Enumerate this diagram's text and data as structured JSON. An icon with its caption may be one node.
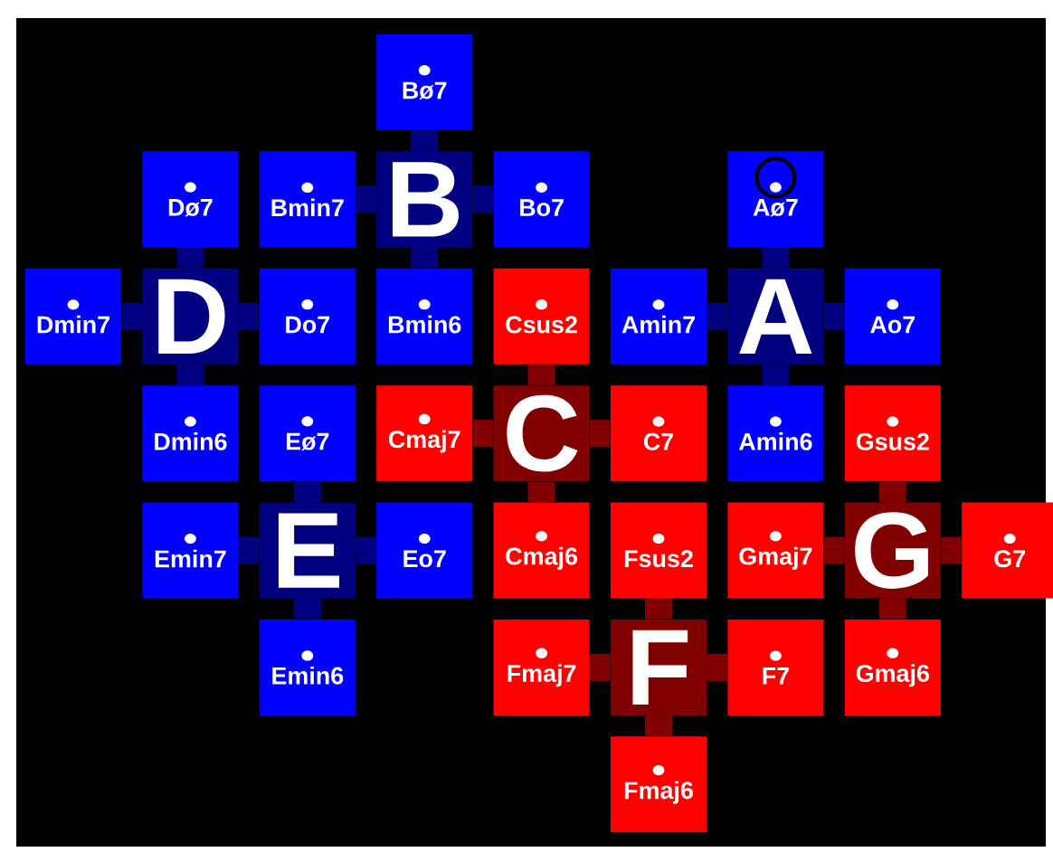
{
  "diagram": {
    "nodes": [
      {
        "text": [
          "Bø7"
        ]
      },
      {
        "text": [
          "Dø7"
        ]
      },
      {
        "text": [
          "Bmin7"
        ]
      },
      {
        "text": [
          "B"
        ]
      },
      {
        "text": [
          "Bo7"
        ]
      },
      {
        "text": [
          "Aø7"
        ]
      },
      {
        "text": [
          "Dmin7"
        ]
      },
      {
        "text": [
          "D"
        ]
      },
      {
        "text": [
          "Do7"
        ]
      },
      {
        "text": [
          "Bmin6"
        ]
      },
      {
        "text": [
          "Csus2"
        ]
      },
      {
        "text": [
          "Amin7"
        ]
      },
      {
        "text": [
          "A"
        ]
      },
      {
        "text": [
          "Ao7"
        ]
      },
      {
        "text": [
          "Dmin6"
        ]
      },
      {
        "text": [
          "Eø7"
        ]
      },
      {
        "text": [
          "Cmaj7"
        ]
      },
      {
        "text": [
          "C"
        ]
      },
      {
        "text": [
          "C7"
        ]
      },
      {
        "text": [
          "Amin6"
        ]
      },
      {
        "text": [
          "Gsus2"
        ]
      },
      {
        "text": [
          "Emin7"
        ]
      },
      {
        "text": [
          "E"
        ]
      },
      {
        "text": [
          "Eo7"
        ]
      },
      {
        "text": [
          "Cmaj6"
        ]
      },
      {
        "text": [
          "Fsus2"
        ]
      },
      {
        "text": [
          "Gmaj7"
        ]
      },
      {
        "text": [
          "G"
        ]
      },
      {
        "text": [
          "G7"
        ]
      },
      {
        "text": [
          "Emin6"
        ]
      },
      {
        "text": [
          "Fmaj7"
        ]
      },
      {
        "text": [
          "F"
        ]
      },
      {
        "text": [
          "F7"
        ]
      },
      {
        "text": [
          "Gmaj6"
        ]
      },
      {
        "text": [
          "Fmaj6"
        ]
      }
    ],
    "edges": [
      {
        "from": 3,
        "to": 0,
        "arrow": "none"
      },
      {
        "from": 3,
        "to": 2,
        "arrow": "none"
      },
      {
        "from": 3,
        "to": 4,
        "arrow": "none"
      },
      {
        "from": 3,
        "to": 9,
        "arrow": "none"
      },
      {
        "from": 7,
        "to": 1,
        "arrow": "none"
      },
      {
        "from": 7,
        "to": 6,
        "arrow": "none"
      },
      {
        "from": 7,
        "to": 8,
        "arrow": "none"
      },
      {
        "from": 7,
        "to": 14,
        "arrow": "none"
      },
      {
        "from": 12,
        "to": 5,
        "arrow": "none"
      },
      {
        "from": 12,
        "to": 11,
        "arrow": "none"
      },
      {
        "from": 12,
        "to": 13,
        "arrow": "none"
      },
      {
        "from": 12,
        "to": 19,
        "arrow": "none"
      },
      {
        "from": 22,
        "to": 15,
        "arrow": "none"
      },
      {
        "from": 22,
        "to": 21,
        "arrow": "none"
      },
      {
        "from": 22,
        "to": 23,
        "arrow": "none"
      },
      {
        "from": 22,
        "to": 29,
        "arrow": "none"
      },
      {
        "from": 17,
        "to": 10,
        "arrow": "none",
        "color": "#800000"
      },
      {
        "from": 17,
        "to": 16,
        "arrow": "none",
        "color": "#800000"
      },
      {
        "from": 17,
        "to": 18,
        "arrow": "none",
        "color": "#800000"
      },
      {
        "from": 17,
        "to": 24,
        "arrow": "none",
        "color": "#800000"
      },
      {
        "from": 27,
        "to": 20,
        "arrow": "none",
        "color": "#800000"
      },
      {
        "from": 27,
        "to": 26,
        "arrow": "none",
        "color": "#800000"
      },
      {
        "from": 27,
        "to": 28,
        "arrow": "none",
        "color": "#800000"
      },
      {
        "from": 27,
        "to": 33,
        "arrow": "none",
        "color": "#800000"
      },
      {
        "from": 31,
        "to": 25,
        "arrow": "none",
        "color": "#800000"
      },
      {
        "from": 31,
        "to": 30,
        "arrow": "none",
        "color": "#800000"
      },
      {
        "from": 31,
        "to": 32,
        "arrow": "none",
        "color": "#800000"
      },
      {
        "from": 31,
        "to": 34,
        "arrow": "none",
        "color": "#800000"
      }
    ]
  }
}
